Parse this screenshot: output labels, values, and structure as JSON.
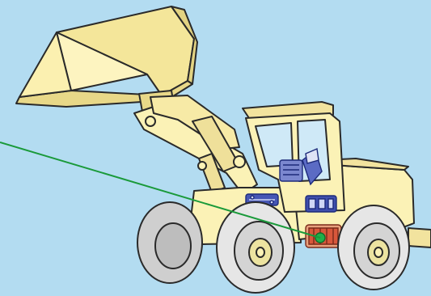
{
  "scene": {
    "subject": "wheel-loader",
    "colors": {
      "background": "#b3dcf1",
      "body": "#fbf2b6",
      "outline": "#2a2a2a",
      "glass": "#cfe9f7",
      "tire": "#e6e6e6",
      "tire_inner": "#bdbdbd",
      "hub": "#ece3a0",
      "component": "#2f3fa3",
      "highlight_part": "#d8573b",
      "pointer_line": "#1a9a3a",
      "pointer_dot": "#1fb04a"
    },
    "components": [
      {
        "name": "seat-component"
      },
      {
        "name": "hydraulic-valve-component"
      },
      {
        "name": "transmission-component"
      },
      {
        "name": "engine-component"
      },
      {
        "name": "highlighted-component"
      }
    ]
  }
}
